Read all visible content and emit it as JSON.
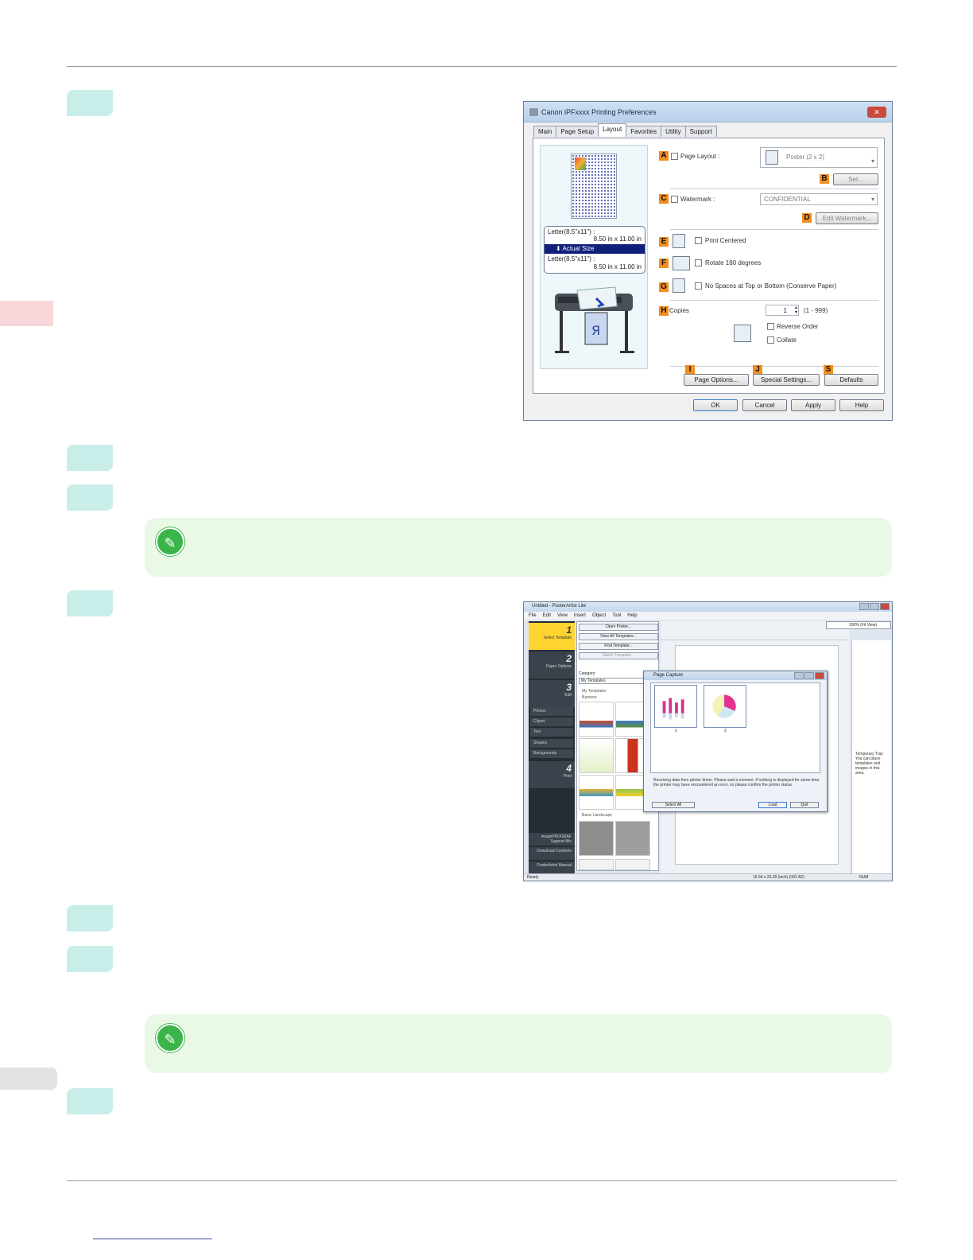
{
  "dialog": {
    "title": "Canon iPFxxxx Printing Preferences",
    "close": "✕",
    "tabs": [
      "Main",
      "Page Setup",
      "Layout",
      "Favorites",
      "Utility",
      "Support"
    ],
    "active_tab": "Layout",
    "preview": {
      "orig_size": "Letter(8.5\"x11\") :",
      "orig_dim": "8.50 in x 11.00 in",
      "scaling": "Actual Size",
      "out_size": "Letter(8.5\"x11\") :",
      "out_dim": "8.50 in x 11.00 in"
    },
    "labels": {
      "A": "A",
      "B": "B",
      "C": "C",
      "D": "D",
      "E": "E",
      "F": "F",
      "G": "G",
      "H": "H",
      "I": "I",
      "J": "J",
      "S": "S"
    },
    "page_layout_label": "Page Layout :",
    "page_layout_value": "Poster (2 x 2)",
    "set_button": "Set...",
    "watermark_label": "Watermark :",
    "watermark_value": "CONFIDENTIAL",
    "edit_watermark_button": "Edit Watermark...",
    "print_centered": "Print Centered",
    "rotate": "Rotate 180 degrees",
    "no_spaces": "No Spaces at Top or Bottom (Conserve Paper)",
    "copies_label": "Copies",
    "copies_value": "1",
    "copies_range": "(1 - 999)",
    "reverse_order": "Reverse Order",
    "collate": "Collate",
    "page_options_button": "Page Options...",
    "special_settings_button": "Special Settings...",
    "defaults_button": "Defaults",
    "ok": "OK",
    "cancel": "Cancel",
    "apply": "Apply",
    "help": "Help"
  },
  "posterartist": {
    "title": "Untitled - PosterArtist Lite",
    "menu": [
      "File",
      "Edit",
      "View",
      "Insert",
      "Object",
      "Tool",
      "Help"
    ],
    "steps": [
      {
        "num": "1",
        "label": "Select Template"
      },
      {
        "num": "2",
        "label": "Paper Options"
      },
      {
        "num": "3",
        "label": "Edit"
      },
      {
        "num": "4",
        "label": "Print"
      }
    ],
    "edit_items": [
      "Photos",
      "Clipart",
      "Text",
      "Shapes",
      "Backgrounds"
    ],
    "bottom_items": [
      "imagePROGRAF Support Mic",
      "Download Contents",
      "PosterArtist Manual"
    ],
    "template_buttons": [
      "Open Poster...",
      "View All Templates...",
      "Find Template...",
      "Match Template..."
    ],
    "category_label": "Category:",
    "category_value": "My Templates",
    "my_templates": "My Templates",
    "banners": "Banners",
    "basic_landscape": "Basic Landscape",
    "zoom": "100% (Fit View)",
    "tray_text": "Temporary Tray You can place templates and images in this area.",
    "capture": {
      "title": "Page Capture",
      "thumb1": "1",
      "thumb2": "2",
      "msg": "Receiving data from printer driver. Please wait a moment. If nothing is displayed for some time, the printer may have encountered an error, so please confirm the printer status.",
      "select_all": "Select All",
      "load": "Load",
      "quit": "Quit"
    },
    "status_ready": "Ready",
    "status_size": "16.54 x 23.39 (inch) (ISO A2)",
    "status_num": "NUM"
  }
}
